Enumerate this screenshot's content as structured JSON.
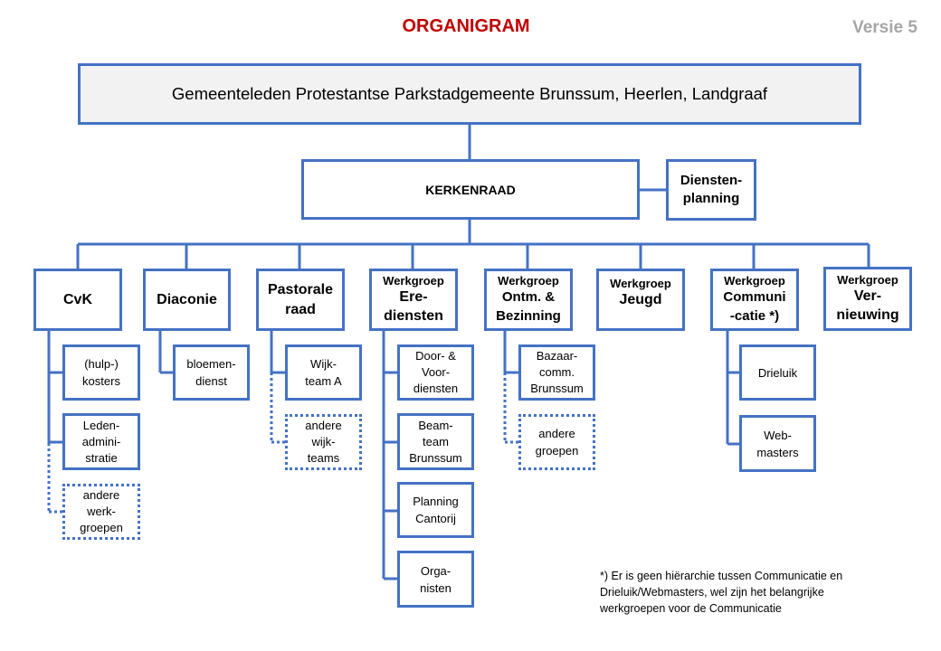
{
  "title": "ORGANIGRAM",
  "version": "Versie 5",
  "top_box": "Gemeenteleden  Protestantse  Parkstadgemeente  Brunssum,  Heerlen,  Landgraaf",
  "kerkenraad": "KERKENRAAD",
  "diensten_planning": "Diensten-\nplanning",
  "groups": {
    "cvk": "CvK",
    "diaconie": "Diaconie",
    "pastorale": "Pastorale\nraad",
    "erediensten": {
      "prefix": "Werkgroep",
      "name": "Ere-\ndiensten"
    },
    "ontmoeting": {
      "prefix": "Werkgroep",
      "name": "Ontm. &\nBezinning"
    },
    "jeugd": {
      "prefix": "Werkgroep",
      "name": "Jeugd"
    },
    "communicatie": {
      "prefix": "Werkgroep",
      "name": "Communi\n-catie *)"
    },
    "vernieuwing": {
      "prefix": "Werkgroep",
      "name": "Ver-\nnieuwing"
    }
  },
  "subs": {
    "hulpkosters": "(hulp-)\nkosters",
    "ledenadmin": "Leden-\nadmini-\nstratie",
    "andere_werkgroepen": "andere\nwerk-\ngroepen",
    "bloemendienst": "bloemen-\ndienst",
    "wijkteam_a": "Wijk-\nteam A",
    "andere_wijkteams": "andere\nwijk-\nteams",
    "door_voordiensten": "Door-  &\nVoor-\ndiensten",
    "beamteam": "Beam-\nteam\nBrunssum",
    "planning_cantorij": "Planning\nCantorij",
    "organisten": "Orga-\nnisten",
    "bazaarcomm": "Bazaar-\ncomm.\nBrunssum",
    "andere_groepen": "andere\ngroepen",
    "drieluik": "Drieluik",
    "webmasters": "Web-\nmasters"
  },
  "footnote": "*) Er is geen hiërarchie tussen Communicatie en\n    Drieluik/Webmasters,  wel zijn het belangrijke\n    werkgroepen  voor de Communicatie",
  "colors": {
    "title": "#c00000",
    "version": "#a6a6a6",
    "border": "#4472c4"
  }
}
